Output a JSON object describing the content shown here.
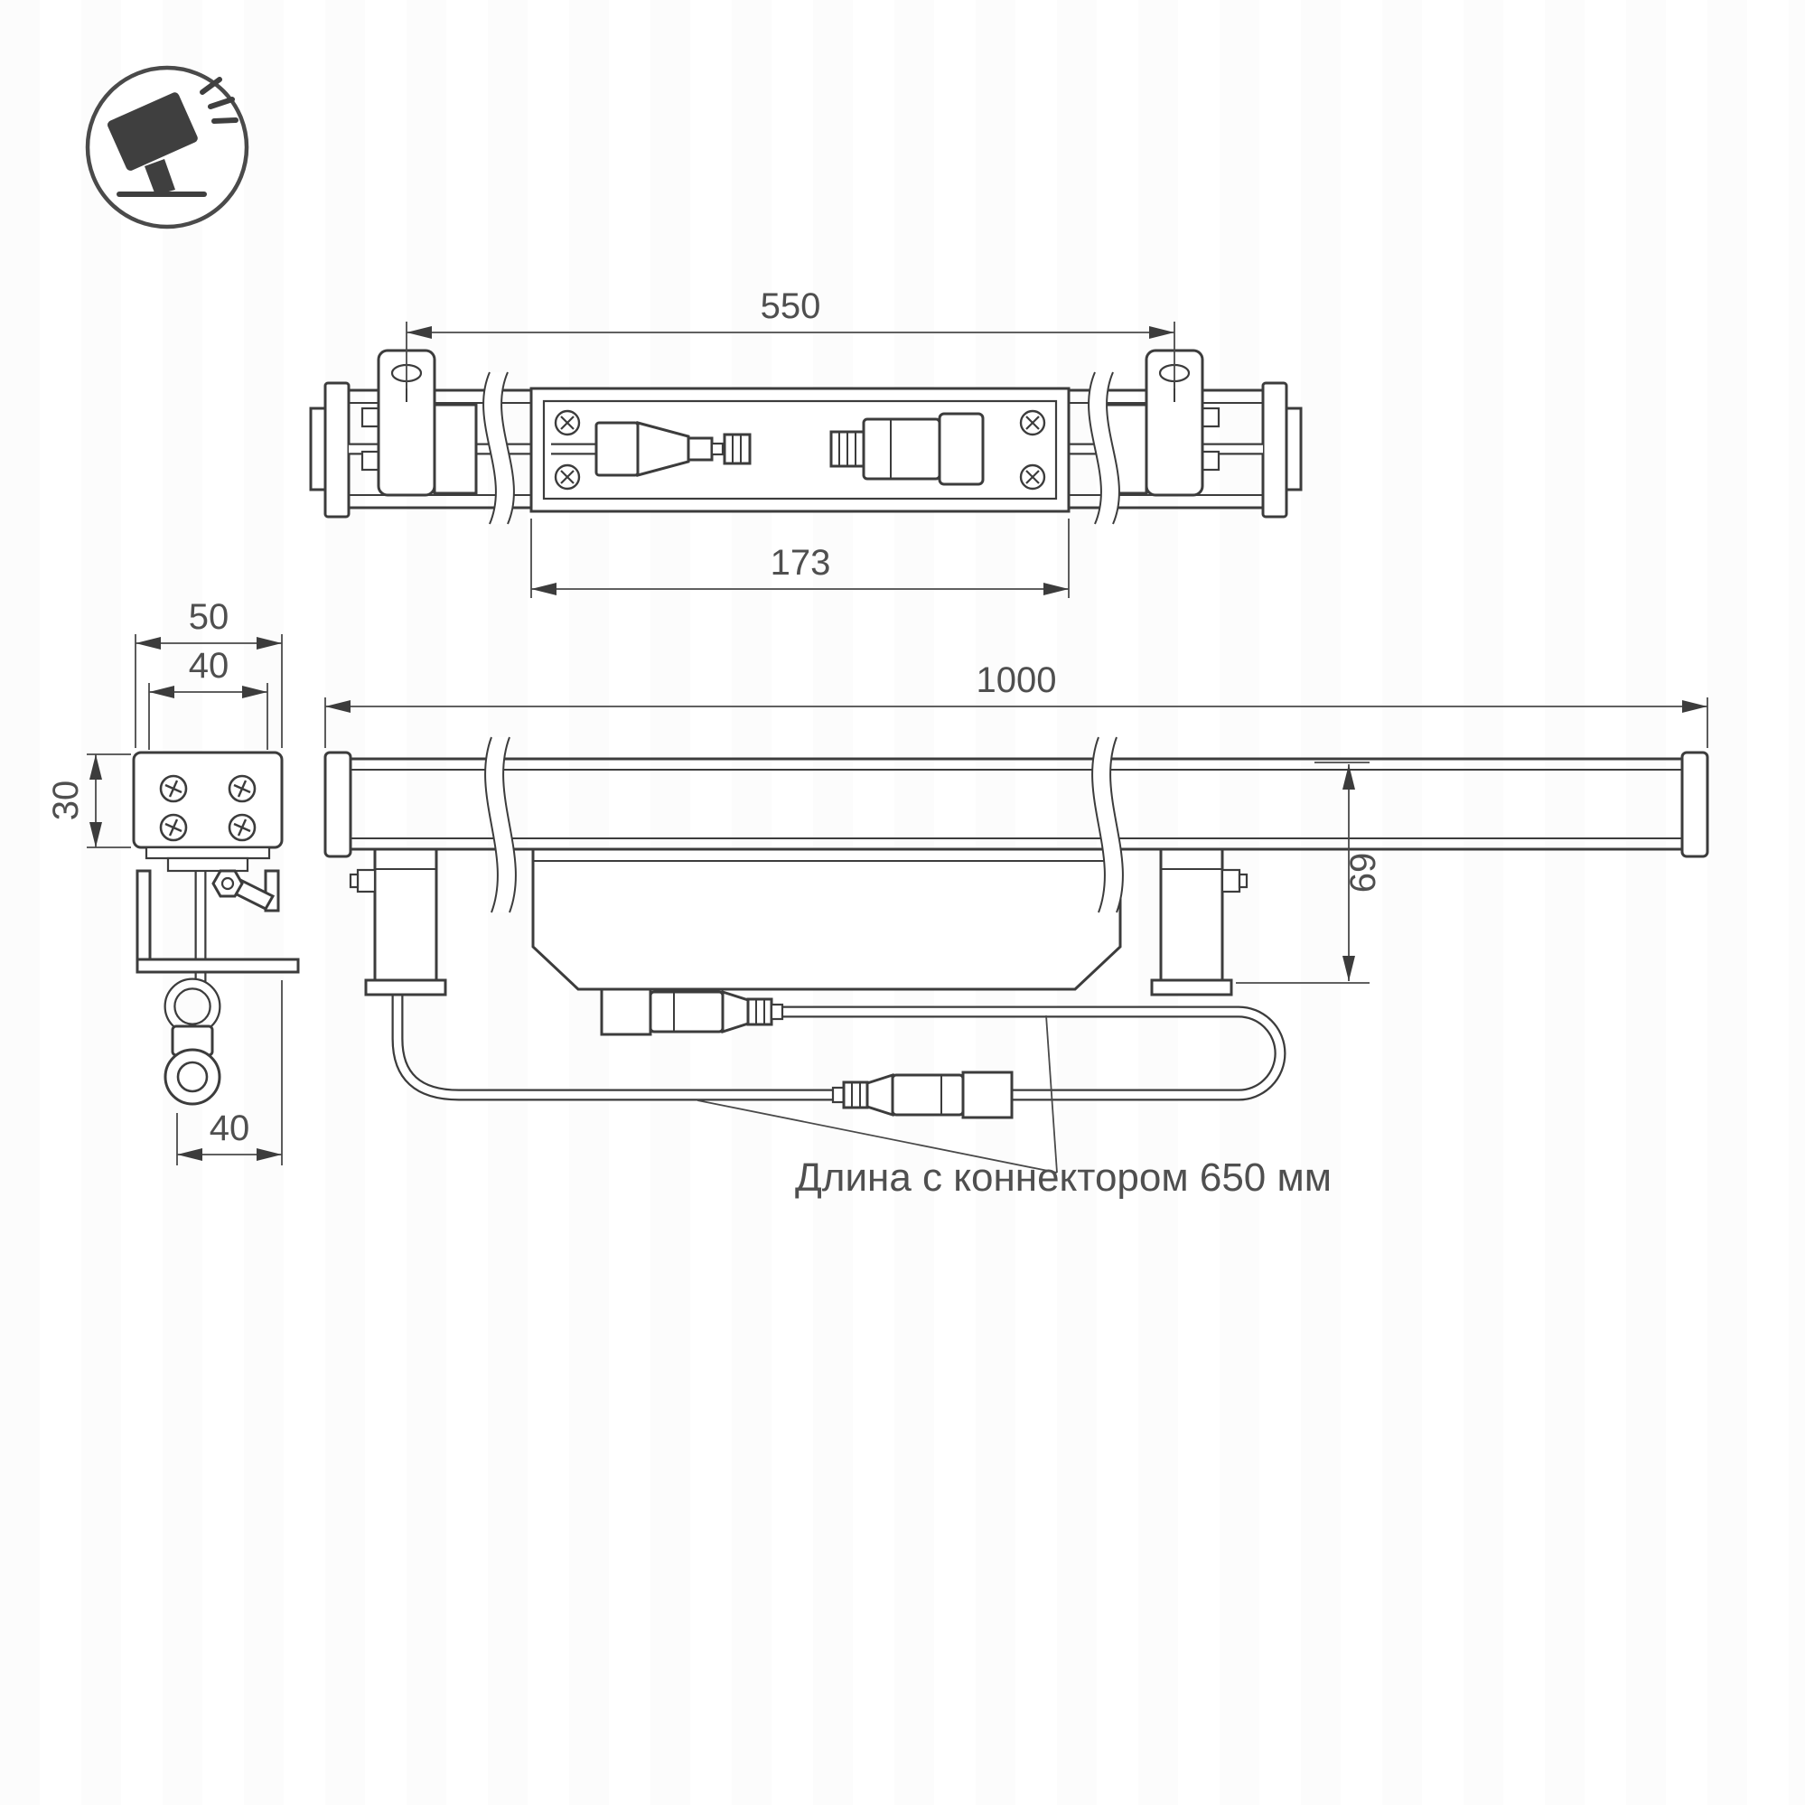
{
  "meta": {
    "background": "#ffffff",
    "line_color": "#3c3c3c",
    "text_color": "#4f4f4f"
  },
  "icon": {
    "name": "floodlight-ground-icon"
  },
  "dims": {
    "d550": "550",
    "d173": "173",
    "d50": "50",
    "d40_top": "40",
    "d30": "30",
    "d40_bottom": "40",
    "d1000": "1000",
    "d69": "69"
  },
  "note": {
    "text": "Длина с коннектором 650 мм"
  }
}
